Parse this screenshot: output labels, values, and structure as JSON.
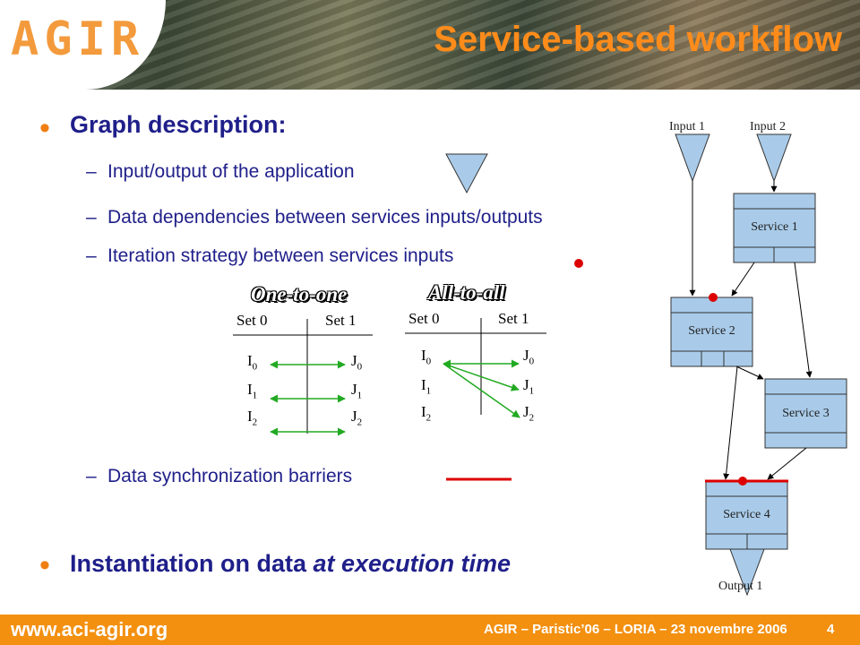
{
  "header": {
    "logo": "AGIR",
    "title": "Service-based workflow"
  },
  "bullets": {
    "graph_description": "Graph description:",
    "sub_input_output": "Input/output of the application",
    "sub_data_dependencies": "Data dependencies between services inputs/outputs",
    "sub_iteration": "Iteration strategy between services inputs",
    "sub_barriers": "Data synchronization barriers",
    "instantiation_prefix": "Instantiation on data ",
    "instantiation_emph": "at execution time"
  },
  "strategies": {
    "one_to_one": {
      "title": "One-to-one",
      "set0": "Set 0",
      "set1": "Set 1",
      "left": [
        "I0",
        "I1",
        "I2"
      ],
      "right": [
        "J0",
        "J1",
        "J2"
      ]
    },
    "all_to_all": {
      "title": "All-to-all",
      "set0": "Set 0",
      "set1": "Set 1",
      "left": [
        "I0",
        "I1",
        "I2"
      ],
      "right": [
        "J0",
        "J1",
        "J2"
      ]
    }
  },
  "workflow": {
    "input1": "Input 1",
    "input2": "Input 2",
    "service1": "Service 1",
    "service2": "Service 2",
    "service3": "Service 3",
    "service4": "Service 4",
    "output1": "Output 1"
  },
  "footer": {
    "url": "www.aci-agir.org",
    "text": "AGIR – Paristic’06 – LORIA – 23 novembre 2006",
    "page": "4"
  },
  "colors": {
    "orange": "#f39010",
    "title_orange": "#ff8c1a",
    "navy_text": "#1f1f8a",
    "box_blue": "#a9cbe9",
    "arrow_green": "#22aa22",
    "red": "#dd0000"
  }
}
